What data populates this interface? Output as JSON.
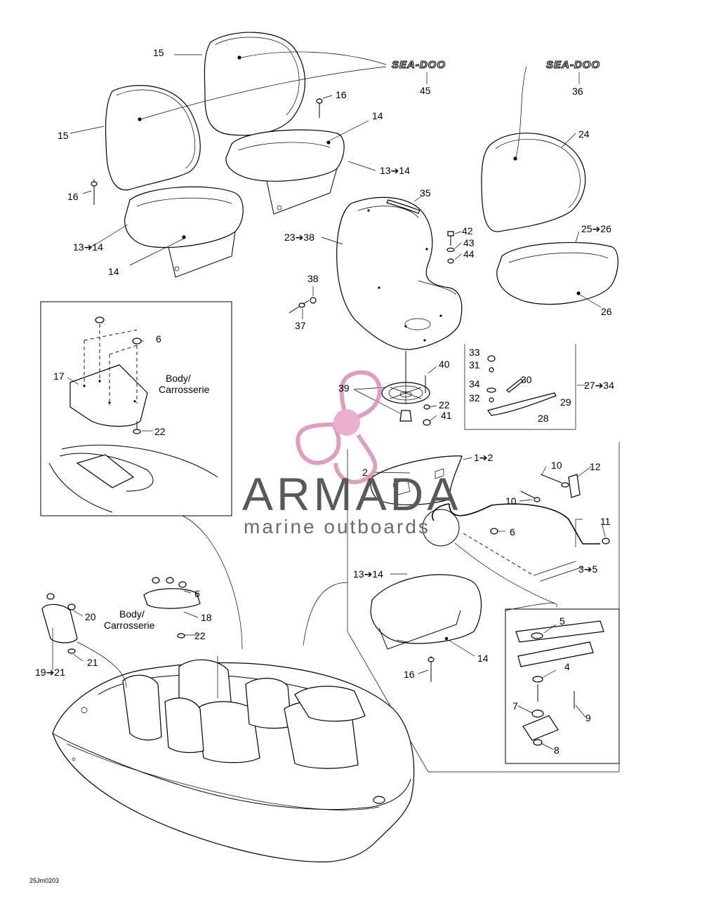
{
  "diagram": {
    "logos": {
      "left": "SEA-DOO",
      "right": "SEA-DOO"
    },
    "labels": {
      "l15a": "15",
      "l15b": "15",
      "l16a": "16",
      "l16b": "16",
      "l16c": "16",
      "l14a": "14",
      "l14b": "14",
      "l14c": "14",
      "l13_14a": "13➔14",
      "l13_14b": "13➔14",
      "l13_14c": "13➔14",
      "l45": "45",
      "l36": "36",
      "l24": "24",
      "l25_26": "25➔26",
      "l26": "26",
      "l35": "35",
      "l23_38": "23➔38",
      "l42": "42",
      "l43": "43",
      "l44": "44",
      "l38": "38",
      "l37": "37",
      "l40": "40",
      "l39": "39",
      "l22a": "22",
      "l41": "41",
      "l33": "33",
      "l31": "31",
      "l30": "30",
      "l34": "34",
      "l32": "32",
      "l29": "29",
      "l28": "28",
      "l27_34": "27➔34",
      "l6a": "6",
      "l17": "17",
      "l22b": "22",
      "body1": "Body/",
      "carr1": "Carrosserie",
      "l2": "2",
      "l1_2": "1➔2",
      "l10a": "10",
      "l12": "12",
      "l10b": "10",
      "l11": "11",
      "l6b": "6",
      "l3_5": "3➔5",
      "l6c": "6",
      "l18": "18",
      "l20": "20",
      "l22c": "22",
      "l21": "21",
      "l19_21": "19➔21",
      "body2": "Body/",
      "carr2": "Carrosserie",
      "l5": "5",
      "l4": "4",
      "l7": "7",
      "l9": "9",
      "l8": "8"
    },
    "drawing_code": "25Jm0203",
    "watermark": {
      "brand": "ARMADA",
      "tagline": "marine outboards"
    }
  }
}
